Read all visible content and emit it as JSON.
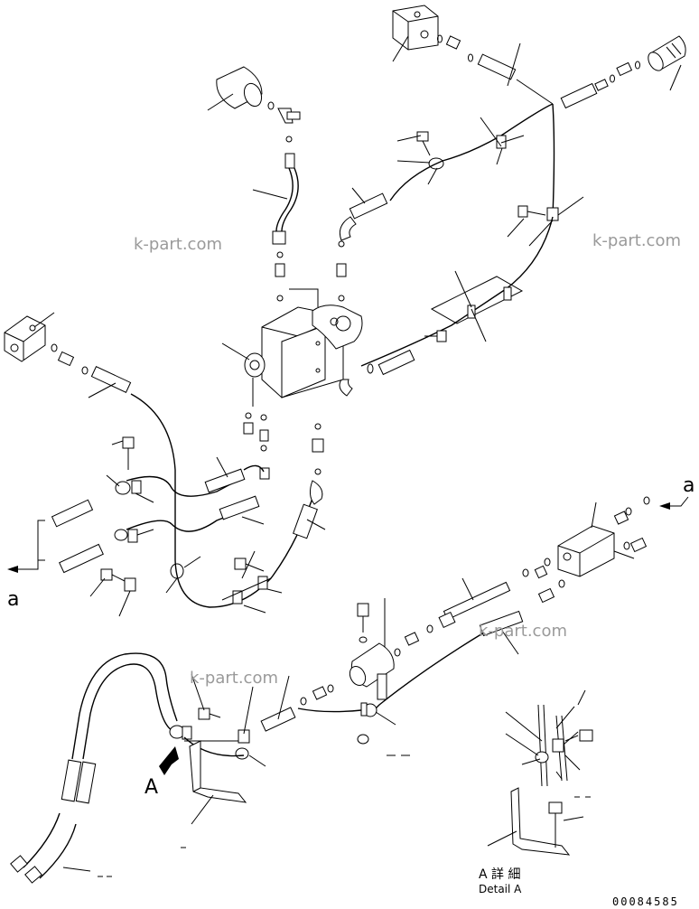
{
  "watermarks": [
    "k-part.com",
    "k-part.com",
    "k-part.com",
    "k-part.com"
  ],
  "view_labels": {
    "a_top_right": "a",
    "a_left": "a",
    "view_A": "A"
  },
  "detail": {
    "title_jp": "A 詳 細",
    "title_en": "Detail A"
  },
  "drawing_number": "00084585"
}
